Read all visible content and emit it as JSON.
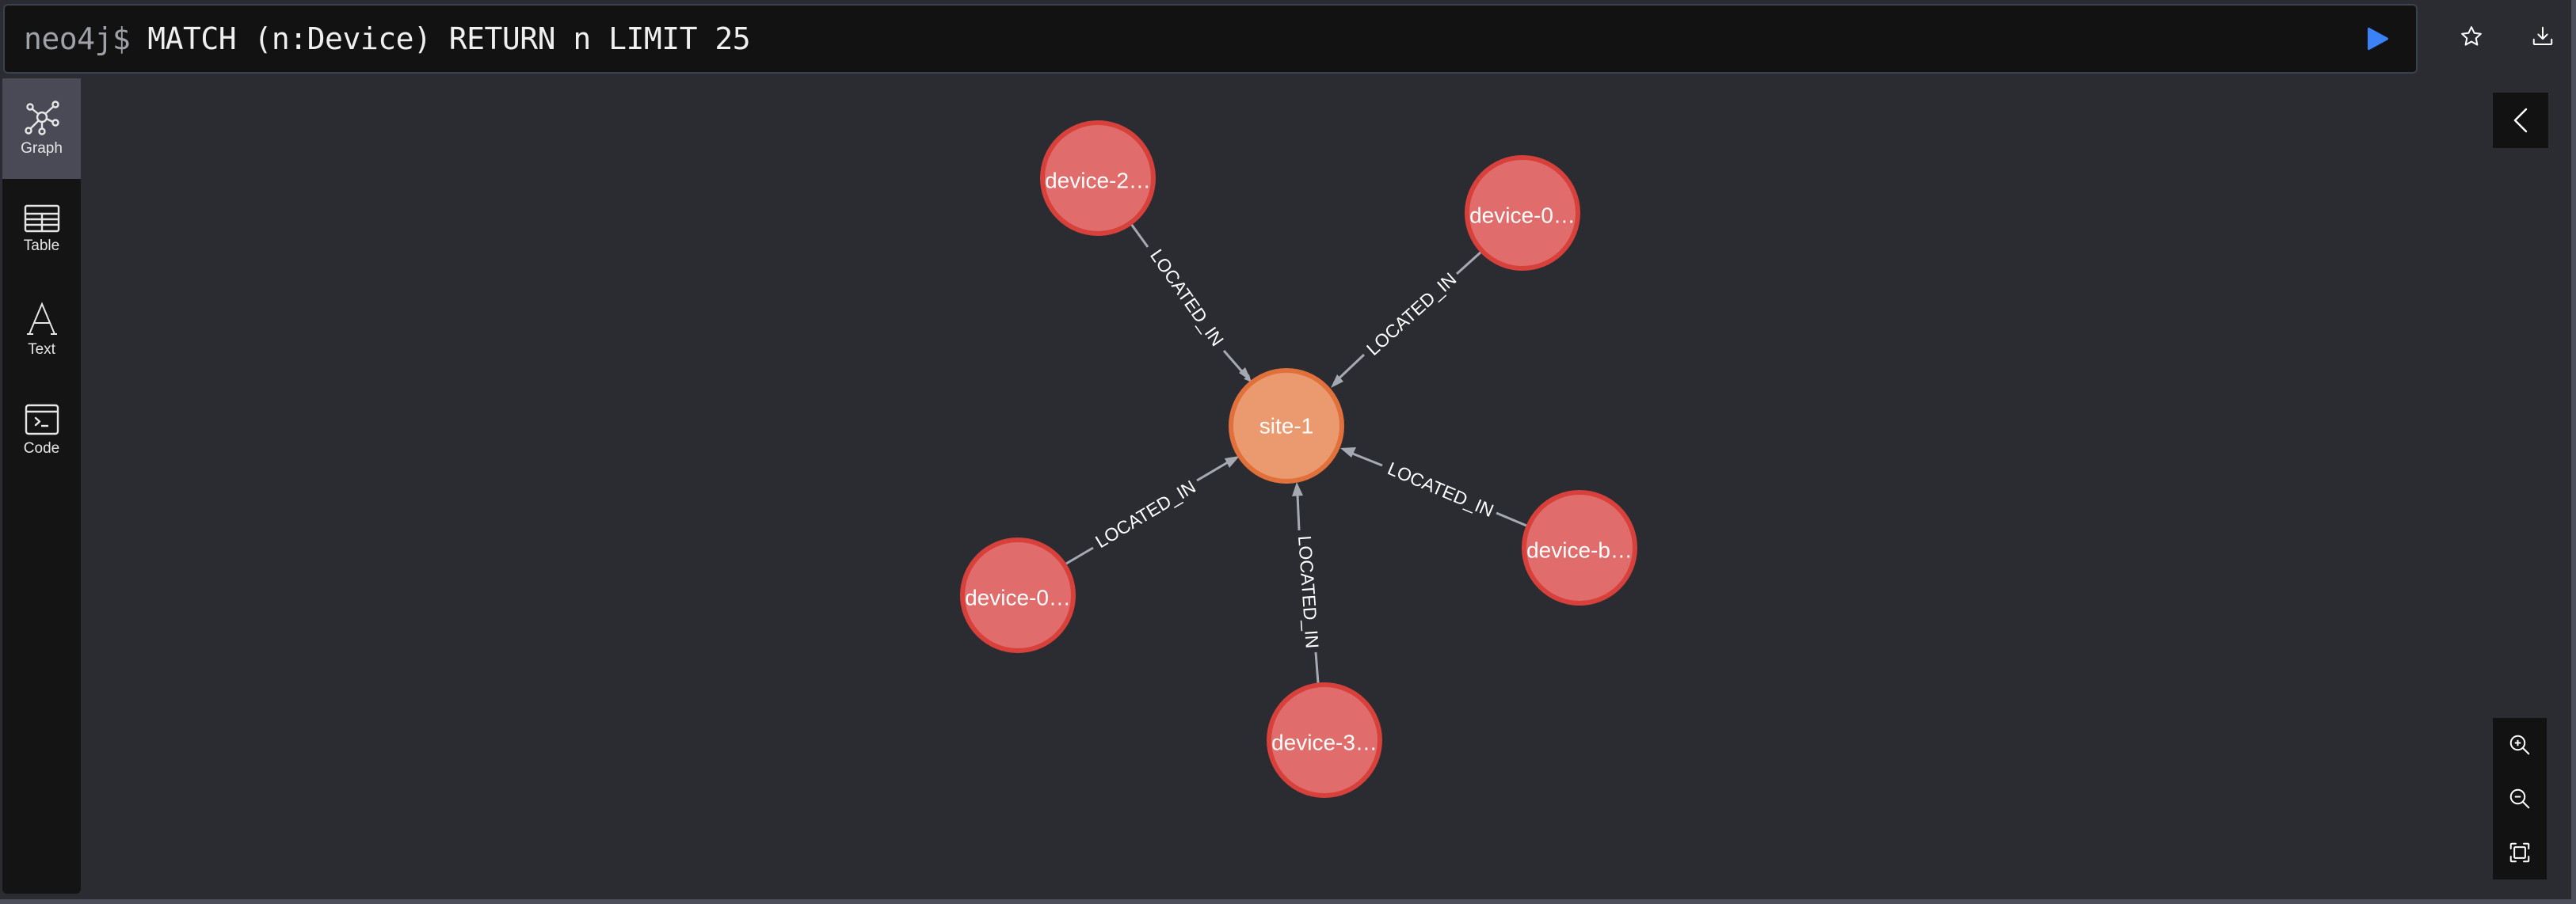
{
  "query_bar": {
    "prompt": "neo4j$",
    "query": "MATCH (n:Device) RETURN n LIMIT 25",
    "run_icon": "play-icon",
    "run_color": "#3b82f6"
  },
  "top_actions": [
    {
      "name": "favorite",
      "icon": "star-icon"
    },
    {
      "name": "download",
      "icon": "download-icon"
    }
  ],
  "sidebar": {
    "items": [
      {
        "label": "Graph",
        "icon": "graph-icon",
        "active": true
      },
      {
        "label": "Table",
        "icon": "table-icon",
        "active": false
      },
      {
        "label": "Text",
        "icon": "text-icon",
        "active": false
      },
      {
        "label": "Code",
        "icon": "code-icon",
        "active": false
      }
    ]
  },
  "graph": {
    "colors": {
      "device_fill": "#e06d6b",
      "device_stroke": "#d8413b",
      "site_fill": "#ea9a6e",
      "site_stroke": "#e2703a",
      "edge": "#a5a9b2",
      "label": "#ffffff"
    },
    "nodes": [
      {
        "id": "site",
        "label": "site-1",
        "type": "Site"
      },
      {
        "id": "d1",
        "label": "device-2…",
        "type": "Device"
      },
      {
        "id": "d2",
        "label": "device-0…",
        "type": "Device"
      },
      {
        "id": "d3",
        "label": "device-b…",
        "type": "Device"
      },
      {
        "id": "d4",
        "label": "device-3…",
        "type": "Device"
      },
      {
        "id": "d5",
        "label": "device-0…",
        "type": "Device"
      }
    ],
    "relationships": [
      {
        "from": "d1",
        "to": "site",
        "label": "LOCATED_IN"
      },
      {
        "from": "d2",
        "to": "site",
        "label": "LOCATED_IN"
      },
      {
        "from": "d3",
        "to": "site",
        "label": "LOCATED_IN"
      },
      {
        "from": "d4",
        "to": "site",
        "label": "LOCATED_IN"
      },
      {
        "from": "d5",
        "to": "site",
        "label": "LOCATED_IN"
      }
    ]
  },
  "panel_toggle": {
    "icon": "chevron-left-icon"
  },
  "zoom_controls": [
    {
      "name": "zoom-in",
      "icon": "zoom-in-icon"
    },
    {
      "name": "zoom-out",
      "icon": "zoom-out-icon"
    },
    {
      "name": "fit",
      "icon": "fit-to-screen-icon"
    }
  ]
}
